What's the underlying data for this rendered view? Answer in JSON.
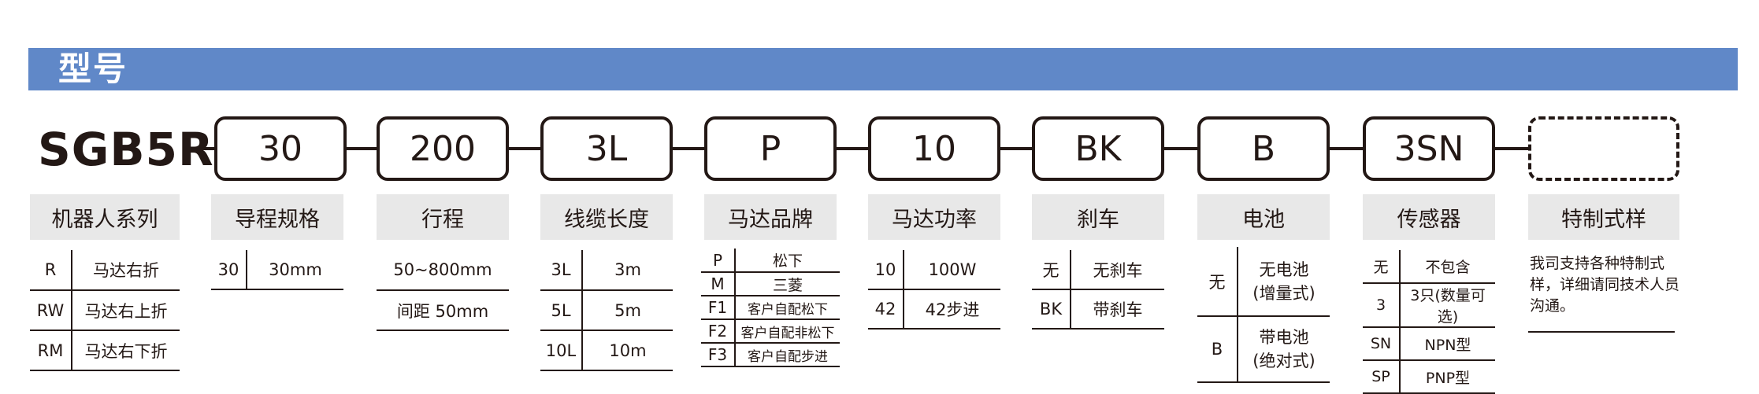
{
  "banner": {
    "title": "型号"
  },
  "model": "SGB5R",
  "segments": [
    "30",
    "200",
    "3L",
    "P",
    "10",
    "BK",
    "B",
    "3SN",
    ""
  ],
  "columns": {
    "robot_series": {
      "header": "机器人系列",
      "rows": [
        [
          "R",
          "马达右折"
        ],
        [
          "RW",
          "马达右上折"
        ],
        [
          "RM",
          "马达右下折"
        ]
      ]
    },
    "lead": {
      "header": "导程规格",
      "rows": [
        [
          "30",
          "30mm"
        ]
      ]
    },
    "stroke": {
      "header": "行程",
      "rows": [
        [
          "50~800mm"
        ],
        [
          "间距 50mm"
        ]
      ]
    },
    "cable": {
      "header": "线缆长度",
      "rows": [
        [
          "3L",
          "3m"
        ],
        [
          "5L",
          "5m"
        ],
        [
          "10L",
          "10m"
        ]
      ]
    },
    "motor_brand": {
      "header": "马达品牌",
      "rows": [
        [
          "P",
          "松下"
        ],
        [
          "M",
          "三菱"
        ],
        [
          "F1",
          "客户自配松下"
        ],
        [
          "F2",
          "客户自配非松下"
        ],
        [
          "F3",
          "客户自配步进"
        ]
      ]
    },
    "motor_power": {
      "header": "马达功率",
      "rows": [
        [
          "10",
          "100W"
        ],
        [
          "42",
          "42步进"
        ]
      ]
    },
    "brake": {
      "header": "刹车",
      "rows": [
        [
          "无",
          "无刹车"
        ],
        [
          "BK",
          "带刹车"
        ]
      ]
    },
    "battery": {
      "header": "电池",
      "rows": [
        [
          "无",
          "无电池",
          "(增量式)"
        ],
        [
          "B",
          "带电池",
          "(绝对式)"
        ]
      ]
    },
    "sensor": {
      "header": "传感器",
      "rows": [
        [
          "无",
          "不包含"
        ],
        [
          "3",
          "3只(数量可选)"
        ],
        [
          "SN",
          "NPN型"
        ],
        [
          "SP",
          "PNP型"
        ]
      ]
    },
    "custom": {
      "header": "特制式样",
      "note": "我司支持各种特制式样，详细请同技术人员沟通。"
    }
  }
}
